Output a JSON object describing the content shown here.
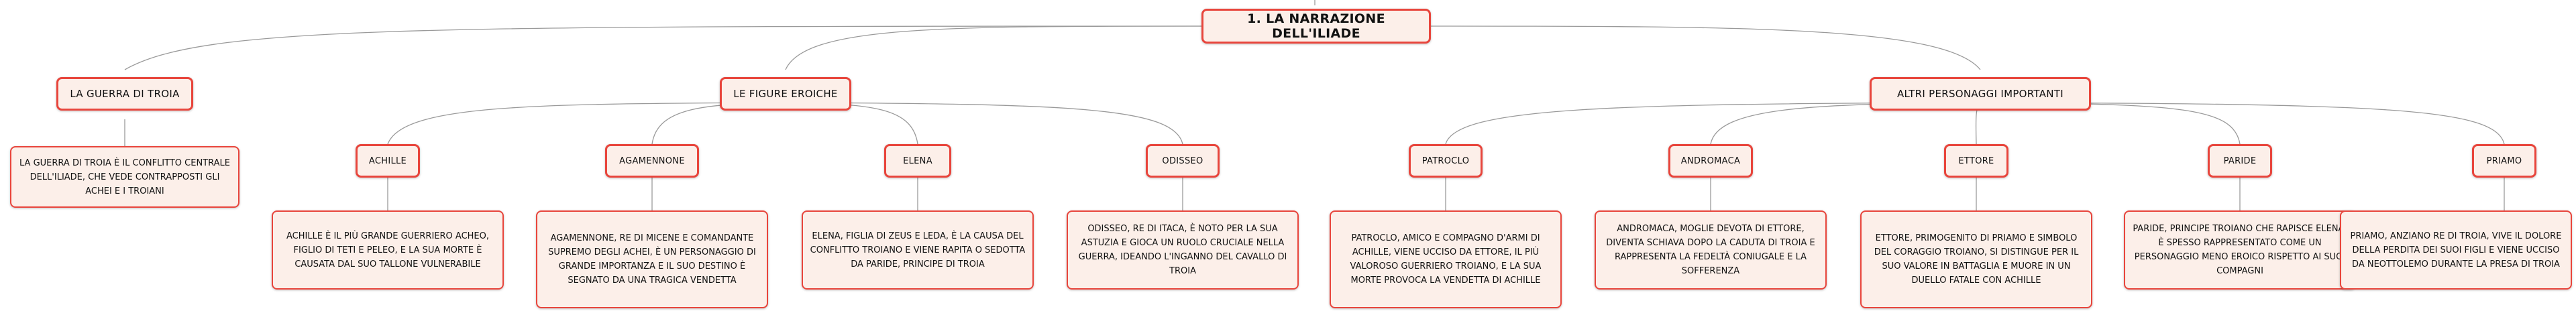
{
  "root": "1. LA NARRAZIONE DELL'ILIADE",
  "categories": {
    "guerra": "LA GUERRA DI TROIA",
    "figure": "LE FIGURE EROICHE",
    "altri": "ALTRI PERSONAGGI IMPORTANTI"
  },
  "guerra_desc": "LA GUERRA DI TROIA È IL CONFLITTO CENTRALE DELL'ILIADE, CHE VEDE CONTRAPPOSTI GLI ACHEI E I TROIANI",
  "heroes": {
    "achille": {
      "name": "ACHILLE",
      "desc": "ACHILLE È IL PIÙ GRANDE GUERRIERO ACHEO, FIGLIO DI TETI E PELEO, E LA SUA MORTE È CAUSATA DAL SUO TALLONE VULNERABILE"
    },
    "agamennone": {
      "name": "AGAMENNONE",
      "desc": "AGAMENNONE, RE DI MICENE E COMANDANTE SUPREMO DEGLI ACHEI, È UN PERSONAGGIO DI GRANDE IMPORTANZA E IL SUO DESTINO È SEGNATO DA UNA TRAGICA VENDETTA"
    },
    "elena": {
      "name": "ELENA",
      "desc": "ELENA, FIGLIA DI ZEUS E LEDA, È LA CAUSA DEL CONFLITTO TROIANO E VIENE RAPITA O SEDOTTA DA PARIDE, PRINCIPE DI TROIA"
    },
    "odisseo": {
      "name": "ODISSEO",
      "desc": "ODISSEO, RE DI ITACA, È NOTO PER LA SUA ASTUZIA E GIOCA UN RUOLO CRUCIALE NELLA GUERRA, IDEANDO L'INGANNO DEL CAVALLO DI TROIA"
    }
  },
  "others": {
    "patroclo": {
      "name": "PATROCLO",
      "desc": "PATROCLO, AMICO E COMPAGNO D'ARMI DI ACHILLE, VIENE UCCISO DA ETTORE, IL PIÙ VALOROSO GUERRIERO TROIANO, E LA SUA MORTE PROVOCA LA VENDETTA DI ACHILLE"
    },
    "andromaca": {
      "name": "ANDROMACA",
      "desc": "ANDROMACA, MOGLIE DEVOTA DI ETTORE, DIVENTA SCHIAVA DOPO LA CADUTA DI TROIA E RAPPRESENTA LA FEDELTÀ CONIUGALE E LA SOFFERENZA"
    },
    "ettore": {
      "name": "ETTORE",
      "desc": "ETTORE, PRIMOGENITO DI PRIAMO E SIMBOLO DEL CORAGGIO TROIANO, SI DISTINGUE PER IL SUO VALORE IN BATTAGLIA E MUORE IN UN DUELLO FATALE CON ACHILLE"
    },
    "paride": {
      "name": "PARIDE",
      "desc": "PARIDE, PRINCIPE TROIANO CHE RAPISCE ELENA, È SPESSO RAPPRESENTATO COME UN PERSONAGGIO MENO EROICO RISPETTO AI SUOI COMPAGNI"
    },
    "priamo": {
      "name": "PRIAMO",
      "desc": "PRIAMO, ANZIANO RE DI TROIA, VIVE IL DOLORE DELLA PERDITA DEI SUOI FIGLI E VIENE UCCISO DA NEOTTOLEMO DURANTE LA PRESA DI TROIA"
    }
  },
  "colors": {
    "node_border": "#e8453c",
    "node_fill": "#fcefe9",
    "connector": "#9a9a9a"
  }
}
